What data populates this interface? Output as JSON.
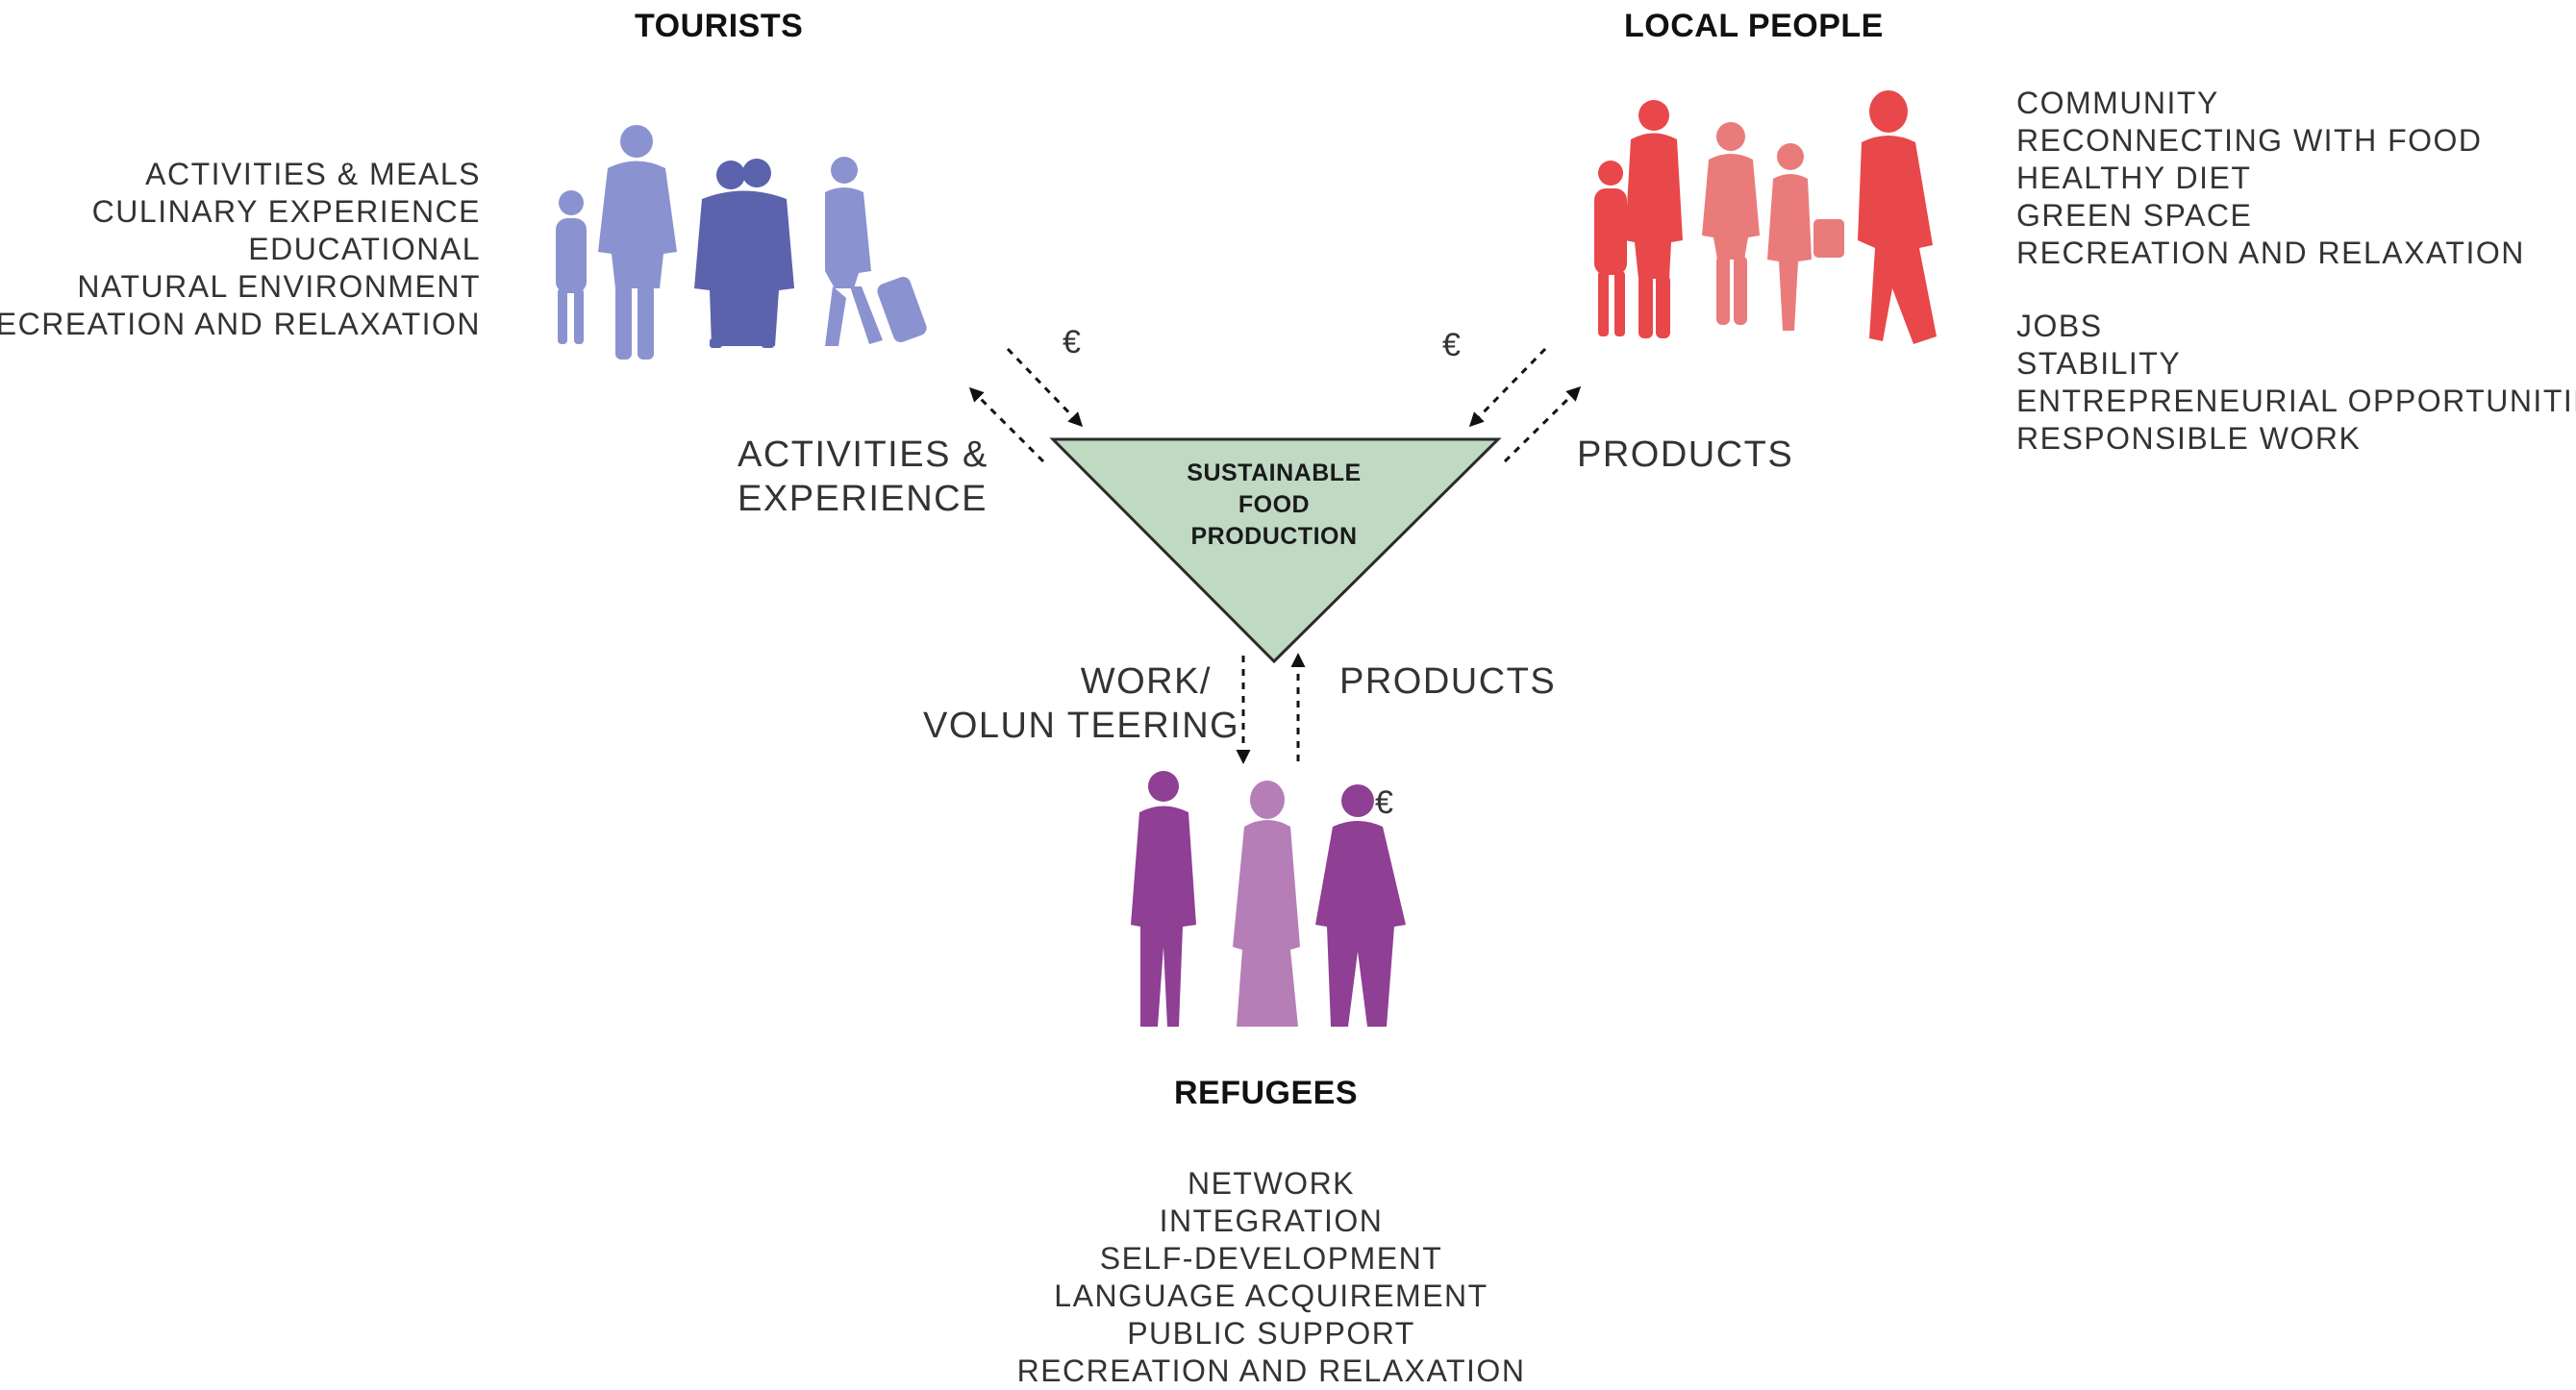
{
  "colors": {
    "tourists": "#8a93cf",
    "tourists_dark": "#5b63ad",
    "local_people": "#e8484a",
    "local_people_light": "#ea7b7b",
    "refugees": "#8f3f94",
    "refugees_light": "#b57eb7",
    "center_fill": "#bfd9c3"
  },
  "tourists": {
    "title": "TOURISTS",
    "benefits": [
      "ACTIVITIES & MEALS",
      "CULINARY EXPERIENCE",
      "EDUCATIONAL",
      "NATURAL ENVIRONMENT",
      "RECREATION AND RELAXATION"
    ]
  },
  "local_people": {
    "title": "LOCAL PEOPLE",
    "benefits_group1": [
      "COMMUNITY",
      "RECONNECTING WITH FOOD",
      "HEALTHY DIET",
      "GREEN SPACE",
      "RECREATION AND RELAXATION"
    ],
    "benefits_group2": [
      "JOBS",
      "STABILITY",
      "ENTREPRENEURIAL OPPORTUNITIES",
      "RESPONSIBLE WORK"
    ]
  },
  "refugees": {
    "title": "REFUGEES",
    "benefits": [
      "NETWORK",
      "INTEGRATION",
      "SELF-DEVELOPMENT",
      "LANGUAGE ACQUIREMENT",
      "PUBLIC SUPPORT",
      "RECREATION AND RELAXATION"
    ]
  },
  "center": {
    "line1": "SUSTAINABLE",
    "line2": "FOOD",
    "line3": "PRODUCTION"
  },
  "flows": {
    "tourist_out_line1": "ACTIVITIES &",
    "tourist_out_line2": "EXPERIENCE",
    "tourist_in_currency": "€",
    "local_out": "PRODUCTS",
    "local_in_currency": "€",
    "refugee_in_line1": "WORK/",
    "refugee_in_line2": "VOLUN TEERING",
    "refugee_out": "PRODUCTS",
    "refugee_currency": "€"
  }
}
